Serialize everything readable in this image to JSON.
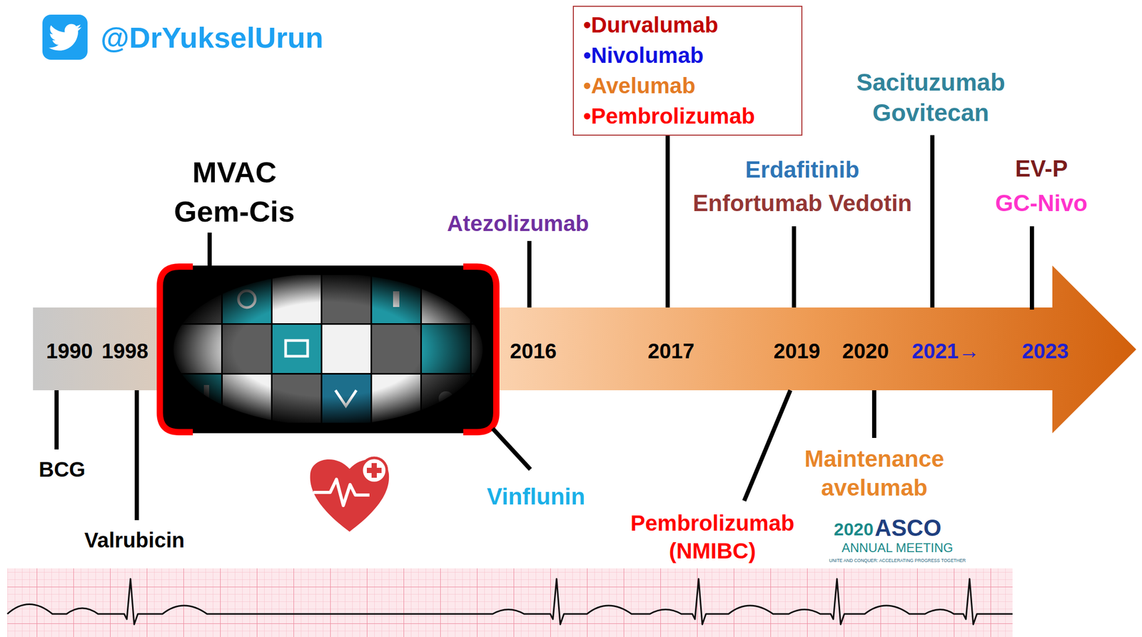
{
  "diagram": {
    "nodes": [
      {
        "text": [
          "•Durvalumab",
          "•Nivolumab",
          "•Avelumab",
          "•Pembrolizumab"
        ]
      }
    ],
    "labels": [
      "@DrYukselUrun",
      "MVAC",
      "Gem-Cis",
      "Atezolizumab",
      "Erdafitinib",
      "Enfortumab Vedotin",
      "Sacituzumab Govitecan",
      "EV-P",
      "GC-Nivo",
      "1990",
      "1998",
      "2016",
      "2017",
      "2019",
      "2020",
      "2021→",
      "2023",
      "BCG",
      "Valrubicin",
      "Vinflunin",
      "Pembrolizumab (NMIBC)",
      "Maintenance avelumab",
      "2020",
      "ASCO",
      "ANNUAL MEETING",
      "UNITE AND CONQUER: ACCELERATING PROGRESS TOGETHER"
    ]
  }
}
